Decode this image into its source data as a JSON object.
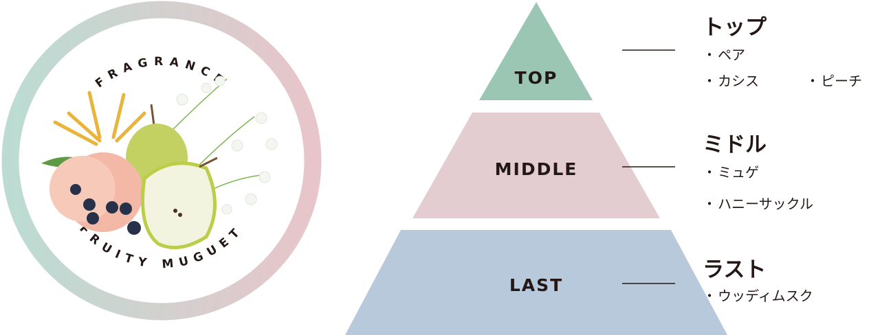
{
  "badge": {
    "top_text": "FRAGRANCE",
    "bottom_text": "FRUITY MUGUET",
    "ring_colors": [
      "#bcdcd3",
      "#e8c5ca"
    ]
  },
  "pyramid": {
    "tiers": [
      {
        "label": "TOP",
        "color": "#9cc6b4"
      },
      {
        "label": "MIDDLE",
        "color": "#e3cdd1"
      },
      {
        "label": "LAST",
        "color": "#b8c9db"
      }
    ]
  },
  "notes": {
    "top": {
      "title": "トップ",
      "items": [
        "ペア",
        "カシス",
        "ピーチ"
      ]
    },
    "middle": {
      "title": "ミドル",
      "items": [
        "ミュゲ",
        "ハニーサックル"
      ]
    },
    "last": {
      "title": "ラスト",
      "items": [
        "ウッディムスク"
      ]
    },
    "bullet": "・"
  }
}
